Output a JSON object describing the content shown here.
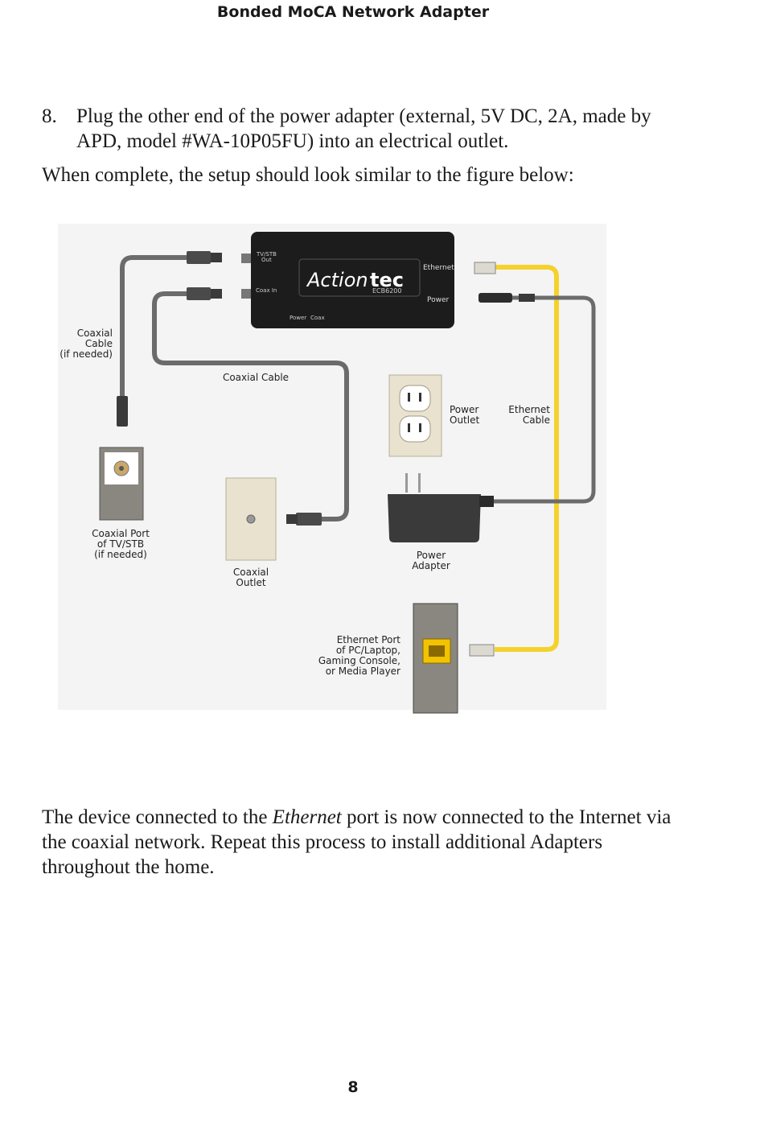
{
  "header": {
    "title": "Bonded MoCA Network Adapter"
  },
  "step": {
    "number": "8.",
    "text": "Plug the other end of the power adapter (external, 5V DC, 2A, made by APD, model #WA-10P05FU) into an electrical outlet."
  },
  "lead": "When complete, the setup should look similar to the figure below:",
  "figure": {
    "device": {
      "brand_prefix": "Action",
      "brand_suffix": "tec",
      "model": "ECB6200",
      "port_tvstb_line1": "TV/STB",
      "port_tvstb_line2": "Out",
      "port_coax_in": "Coax In",
      "port_ethernet": "Ethernet",
      "port_power": "Power",
      "led_power": "Power",
      "led_coax": "Coax"
    },
    "labels": {
      "coaxial_cable_if_needed": [
        "Coaxial",
        "Cable",
        "(if needed)"
      ],
      "coaxial_cable": "Coaxial Cable",
      "power_outlet": [
        "Power",
        "Outlet"
      ],
      "ethernet_cable": [
        "Ethernet",
        "Cable"
      ],
      "coaxial_port": [
        "Coaxial Port",
        "of TV/STB",
        "(if needed)"
      ],
      "coaxial_outlet": [
        "Coaxial",
        "Outlet"
      ],
      "power_adapter": [
        "Power",
        "Adapter"
      ],
      "ethernet_port": [
        "Ethernet Port",
        "of PC/Laptop,",
        "Gaming Console,",
        "or Media Player"
      ]
    },
    "colors": {
      "coax_cable": "#6b6b6b",
      "ethernet_cable": "#f5d22b",
      "device_body": "#1c1c1c",
      "wall_plate": "#e8e2cf",
      "panel_gray": "#8a8780",
      "ethernet_jack": "#f2c300"
    }
  },
  "closing": {
    "before": "The device connected to the ",
    "emphasis": "Ethernet",
    "after": " port is now connected to the Internet via the coaxial network. Repeat this process to install additional Adapters throughout the home."
  },
  "page_number": "8"
}
